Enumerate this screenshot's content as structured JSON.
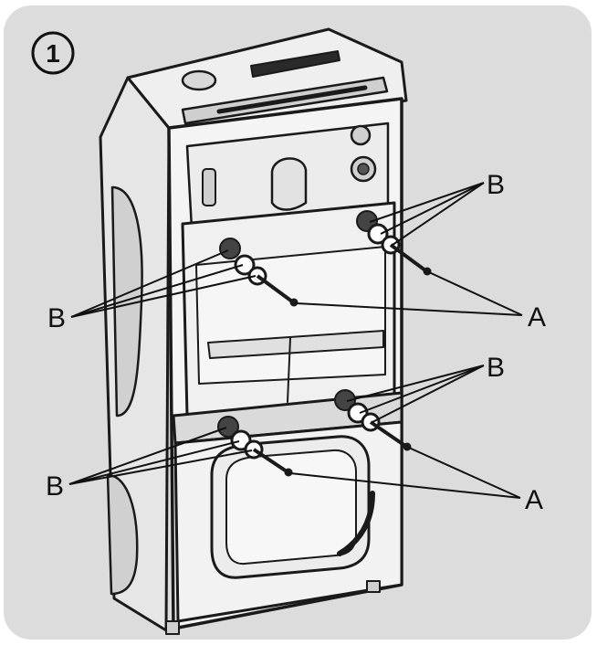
{
  "figure": {
    "step_number": "1",
    "labels": {
      "b_top_right": "B",
      "b_mid_left": "B",
      "a_upper": "A",
      "b_lower_right": "B",
      "b_lower_left": "B",
      "a_lower": "A"
    }
  },
  "colors": {
    "panel_background": "#dcdcdc",
    "line": "#1a1a1a",
    "appliance_fill": "#f4f4f4",
    "shade": "#bdbdbd"
  }
}
